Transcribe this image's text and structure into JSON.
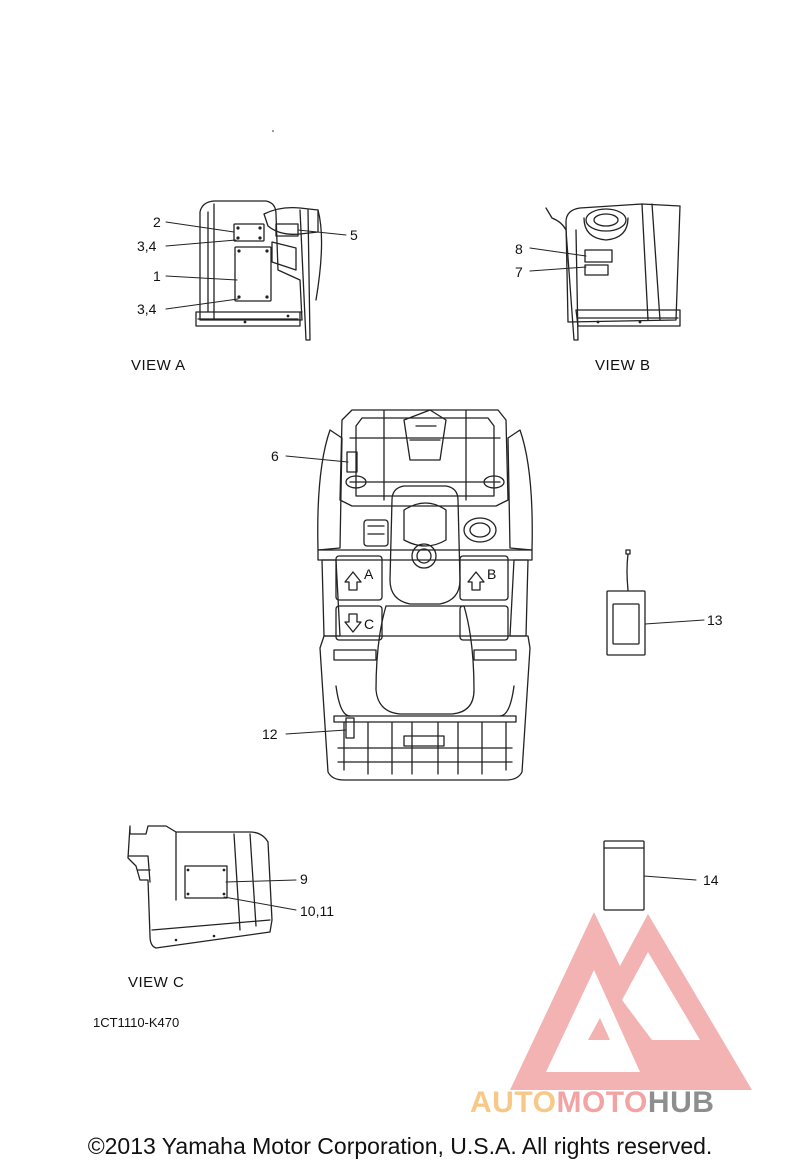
{
  "diagram": {
    "code": "1CT1110-K470",
    "copyright": "©2013 Yamaha Motor Corporation, U.S.A. All rights reserved.",
    "views": {
      "a": "VIEW A",
      "b": "VIEW B",
      "c": "VIEW C"
    },
    "arrows": {
      "a": "A",
      "b": "B",
      "c": "C"
    },
    "callouts": {
      "c1": "1",
      "c2": "2",
      "c34a": "3,4",
      "c34b": "3,4",
      "c5": "5",
      "c6": "6",
      "c7": "7",
      "c8": "8",
      "c9": "9",
      "c1011": "10,11",
      "c12": "12",
      "c13": "13",
      "c14": "14"
    },
    "watermark": {
      "part1": "AUTO",
      "part2": "MOTO",
      "part3": "HUB"
    }
  }
}
